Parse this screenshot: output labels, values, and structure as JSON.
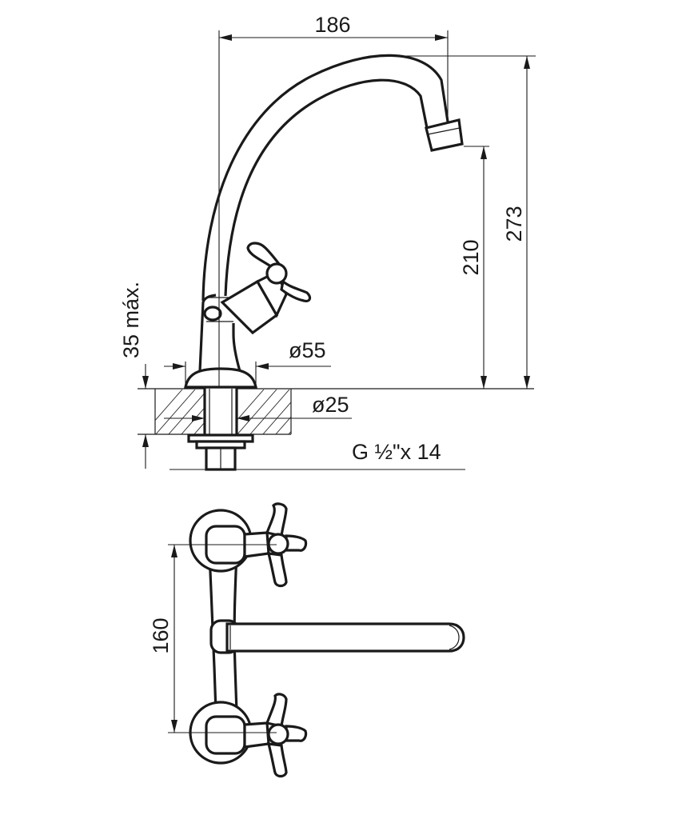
{
  "dimensions": {
    "width_top": "186",
    "height_total": "273",
    "height_spout": "210",
    "max_thickness": "35 máx.",
    "base_diameter": "ø55",
    "shank_diameter": "ø25",
    "thread": "G ½\"x 14",
    "handle_spacing": "160"
  },
  "colors": {
    "line": "#1a1a1a",
    "background": "#ffffff"
  }
}
